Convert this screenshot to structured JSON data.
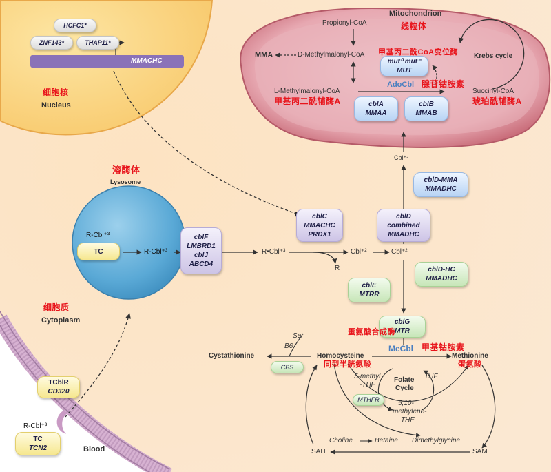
{
  "nucleus": {
    "hcfc1": "HCFC1*",
    "znf143": "ZNF143*",
    "thap11": "THAP11*",
    "mmachc_gene": "MMACHC",
    "label_cn": "细胞核",
    "label_en": "Nucleus"
  },
  "mitochondrion": {
    "label_en": "Mitochondrion",
    "label_cn": "线粒体",
    "propionyl": "Propionyl-CoA",
    "mma": "MMA",
    "d_methylmalonyl": "D-Methylmalonyl-CoA",
    "mcm_cn": "甲基丙二酰CoA变位酶",
    "mut_line1": "mut⁰ mut⁻",
    "mut_line2": "MUT",
    "krebs": "Krebs cycle",
    "l_methylmalonyl": "L-Methylmalonyl-CoA",
    "l_methylmalonyl_cn": "甲基丙二酰辅酶A",
    "adocbl": "AdoCbl",
    "adocbl_cn": "腺苷钴胺素",
    "succinyl": "Succinyl-CoA",
    "succinyl_cn": "琥珀酰辅酶A",
    "cbla": "cblA",
    "mmaa": "MMAA",
    "cblb": "cblB",
    "mmab": "MMAB",
    "cbl2_mito": "Cbl⁺²"
  },
  "lysosome": {
    "label_cn": "溶酶体",
    "label_en": "Lysosome",
    "rcbl_top": "R-Cbl⁺³",
    "tc": "TC",
    "rcbl_mid": "R-Cbl⁺³"
  },
  "cytoplasm": {
    "label_cn": "细胞质",
    "label_en": "Cytoplasm",
    "cblf": "cblF",
    "lmbrd1": "LMBRD1",
    "cblj": "cblJ",
    "abcd4": "ABCD4",
    "rcbl_out": "R•Cbl⁺³",
    "r_label": "R",
    "cbl2_a": "Cbl⁺²",
    "cbl2_b": "Cbl⁺²",
    "cblc": "cblC",
    "mmachc": "MMACHC",
    "prdx1": "PRDX1",
    "cbld": "cblD",
    "cbld_combined": "combined",
    "mmadhc": "MMADHC",
    "cbld_mma": "cblD-MMA",
    "mmadhc_mma": "MMADHC",
    "cbld_hc": "cblD-HC",
    "mmadhc_hc": "MMADHC",
    "cble": "cblE",
    "mtrr": "MTRR",
    "cblg": "cblG",
    "mtr": "MTR",
    "mtr_cn": "蛋氨酸合成酶",
    "mecbl": "MeCbl",
    "mecbl_cn": "甲基钴胺素",
    "ser": "Ser",
    "b6": "B6",
    "cystathionine": "Cystathionine",
    "cbs": "CBS",
    "homocysteine": "Homocysteine",
    "homocysteine_cn": "同型半胱氨酸",
    "methionine": "Methionine",
    "methionine_cn": "蛋氨酸",
    "methyl_thf_1": "5-methyl",
    "methyl_thf_2": "-THF",
    "folate_1": "Folate",
    "folate_2": "Cycle",
    "thf": "THF",
    "mthfr": "MTHFR",
    "methylene_1": "5,10-",
    "methylene_2": "methylene-",
    "methylene_3": "THF",
    "sah": "SAH",
    "choline": "Choline",
    "betaine": "Betaine",
    "dimethylglycine": "Dimethylglycine",
    "sam": "SAM"
  },
  "blood": {
    "tcblr": "TCblR",
    "cd320": "CD320",
    "rcbl": "R-Cbl⁺³",
    "tc": "TC",
    "tcn2": "TCN2",
    "label": "Blood"
  }
}
